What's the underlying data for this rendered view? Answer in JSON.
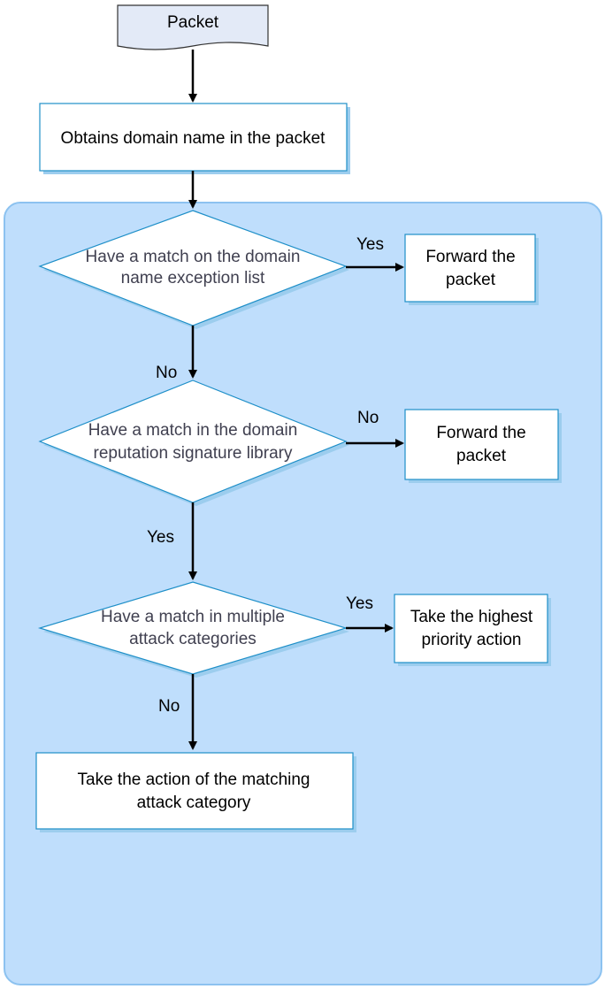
{
  "colors": {
    "container_fill": "#bfdefc",
    "container_stroke": "#8cc2f0",
    "node_fill": "#ffffff",
    "node_stroke": "#1e8fc8",
    "shadow": "#9ccdee",
    "doc_fill": "#e3eaf7",
    "arrow": "#000000"
  },
  "nodes": {
    "packet": "Packet",
    "obtain": "Obtains domain name in the packet",
    "exception": [
      "Have a match on the domain",
      "name exception list"
    ],
    "forward1": [
      "Forward the",
      "packet"
    ],
    "reputation": [
      "Have a match in the domain",
      "reputation signature library"
    ],
    "forward2": [
      "Forward the",
      "packet"
    ],
    "multiple": [
      "Have a match in multiple",
      "attack categories"
    ],
    "highest": [
      "Take the highest",
      "priority action"
    ],
    "matching": [
      "Take the action of the matching",
      "attack category"
    ]
  },
  "edges": {
    "exception_yes": "Yes",
    "exception_no": "No",
    "reputation_no": "No",
    "reputation_yes": "Yes",
    "multiple_yes": "Yes",
    "multiple_no": "No"
  }
}
